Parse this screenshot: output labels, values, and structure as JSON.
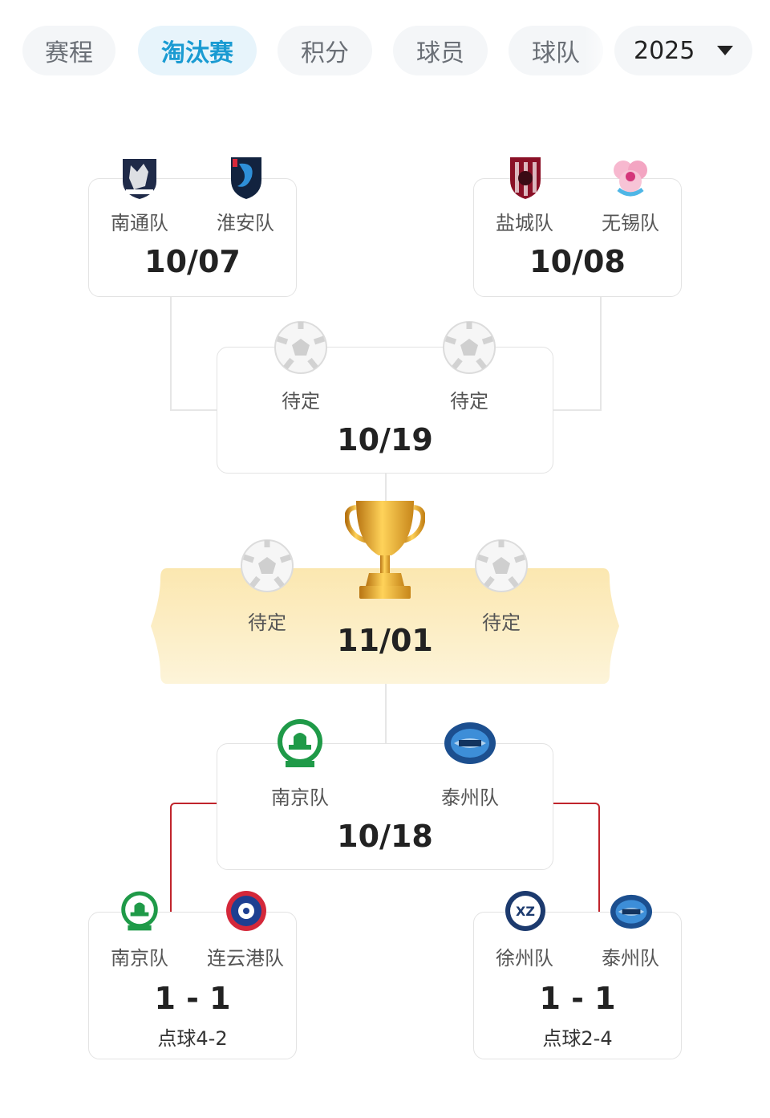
{
  "tabs": [
    {
      "label": "赛程"
    },
    {
      "label": "淘汰赛"
    },
    {
      "label": "积分"
    },
    {
      "label": "球员"
    },
    {
      "label": "球队"
    }
  ],
  "year_selector": {
    "value": "2025"
  },
  "colors": {
    "accent": "#1a9bd2",
    "winner_line": "#c0242c",
    "final_bg": "#fbeec4"
  },
  "bracket": {
    "qf_top_left": {
      "home": "南通队",
      "away": "淮安队",
      "date": "10/07",
      "home_icon": "nantong-crest-icon",
      "away_icon": "huaian-crest-icon"
    },
    "qf_top_right": {
      "home": "盐城队",
      "away": "无锡队",
      "date": "10/08",
      "home_icon": "yancheng-crest-icon",
      "away_icon": "wuxi-crest-icon"
    },
    "sf_top": {
      "home": "待定",
      "away": "待定",
      "date": "10/19"
    },
    "final": {
      "home": "待定",
      "away": "待定",
      "date": "11/01",
      "icon": "trophy-icon"
    },
    "sf_bottom": {
      "home": "南京队",
      "away": "泰州队",
      "date": "10/18",
      "home_icon": "nanjing-crest-icon",
      "away_icon": "taizhou-crest-icon"
    },
    "qf_bottom_left": {
      "home": "南京队",
      "away": "连云港队",
      "score": "1 - 1",
      "penalty": "点球4-2",
      "home_icon": "nanjing-crest-icon",
      "away_icon": "lianyungang-crest-icon"
    },
    "qf_bottom_right": {
      "home": "徐州队",
      "away": "泰州队",
      "score": "1 - 1",
      "penalty": "点球2-4",
      "home_icon": "xuzhou-crest-icon",
      "away_icon": "taizhou-crest-icon"
    }
  }
}
